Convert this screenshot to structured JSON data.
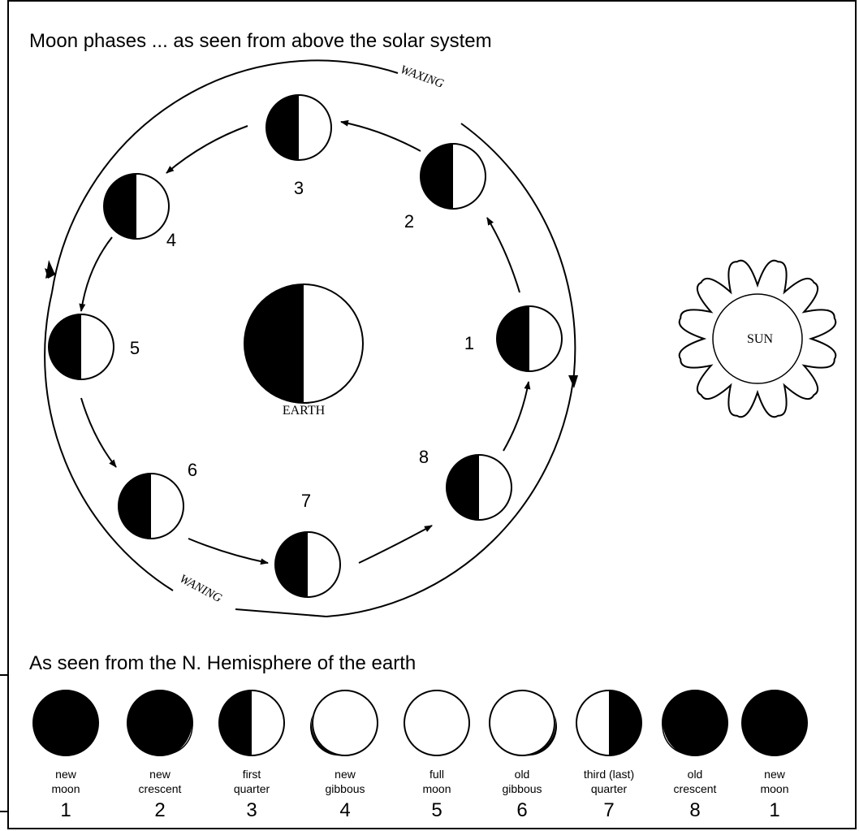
{
  "title_top": "Moon phases  ... as seen from above the solar system",
  "title_bottom": "As seen from the N. Hemisphere of the earth",
  "orbit": {
    "waxing_label": "WAXING",
    "waning_label": "WANING"
  },
  "earth_label": "EARTH",
  "sun_label": "SUN",
  "orbit_moons": [
    {
      "num": "1"
    },
    {
      "num": "2"
    },
    {
      "num": "3"
    },
    {
      "num": "4"
    },
    {
      "num": "5"
    },
    {
      "num": "6"
    },
    {
      "num": "7"
    },
    {
      "num": "8"
    }
  ],
  "phases": [
    {
      "line1": "new",
      "line2": "moon",
      "num": "1",
      "lit": "none"
    },
    {
      "line1": "new",
      "line2": "crescent",
      "num": "2",
      "lit": "crescent-right"
    },
    {
      "line1": "first",
      "line2": "quarter",
      "num": "3",
      "lit": "half-right"
    },
    {
      "line1": "new",
      "line2": "gibbous",
      "num": "4",
      "lit": "gibbous-right"
    },
    {
      "line1": "full",
      "line2": "moon",
      "num": "5",
      "lit": "full"
    },
    {
      "line1": "old",
      "line2": "gibbous",
      "num": "6",
      "lit": "gibbous-left"
    },
    {
      "line1": "third (last)",
      "line2": "quarter",
      "num": "7",
      "lit": "half-left"
    },
    {
      "line1": "old",
      "line2": "crescent",
      "num": "8",
      "lit": "crescent-left"
    },
    {
      "line1": "new",
      "line2": "moon",
      "num": "1",
      "lit": "none"
    }
  ]
}
